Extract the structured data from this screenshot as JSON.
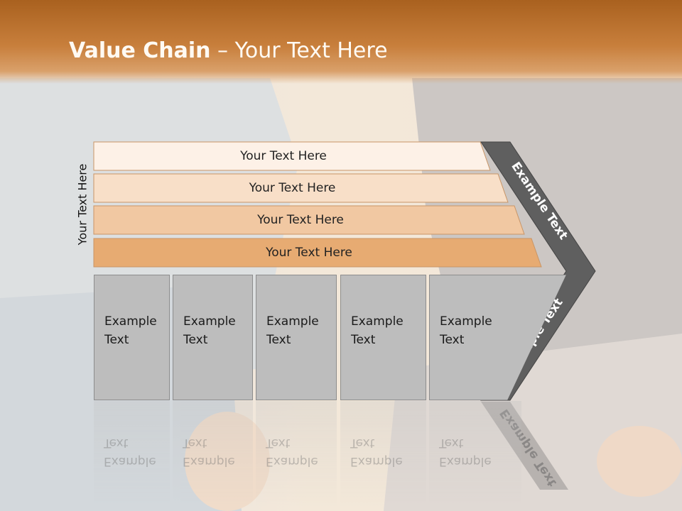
{
  "title": {
    "bold": "Value Chain",
    "rest": " – Your Text Here"
  },
  "side_label": "Your Text Here",
  "bars": [
    {
      "label": "Your Text Here",
      "color": "#fdf1e7"
    },
    {
      "label": "Your Text Here",
      "color": "#f8dfc8"
    },
    {
      "label": "Your Text Here",
      "color": "#f1c8a2"
    },
    {
      "label": "Your Text Here",
      "color": "#e7ab72"
    }
  ],
  "columns": [
    {
      "line1": "Example",
      "line2": "Text"
    },
    {
      "line1": "Example",
      "line2": "Text"
    },
    {
      "line1": "Example",
      "line2": "Text"
    },
    {
      "line1": "Example",
      "line2": "Text"
    },
    {
      "line1": "Example",
      "line2": "Text"
    }
  ],
  "chevron": {
    "upper_label": "Example Text",
    "lower_label": "Example Text",
    "color": "#5f5f5f"
  }
}
